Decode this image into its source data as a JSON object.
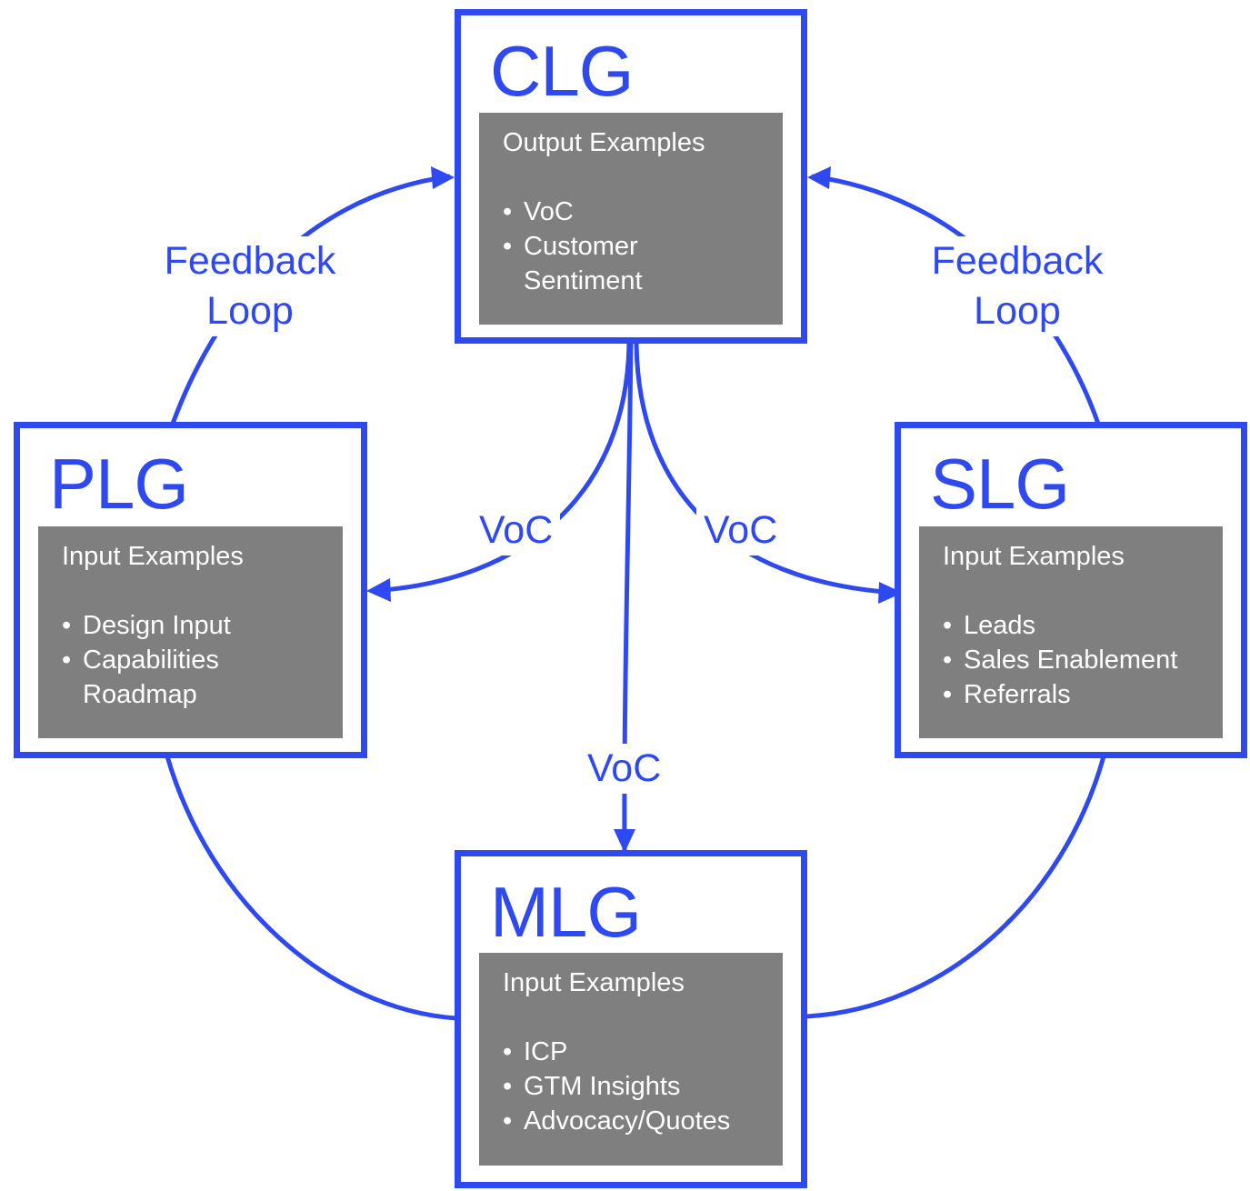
{
  "colors": {
    "accent": "#2f49f0",
    "panel": "#7f7f7f",
    "panel_text": "#ffffff"
  },
  "boxes": {
    "clg": {
      "title": "CLG",
      "heading": "Output Examples",
      "items": [
        "VoC",
        "Customer Sentiment"
      ]
    },
    "plg": {
      "title": "PLG",
      "heading": "Input Examples",
      "items": [
        "Design Input",
        "Capabilities Roadmap"
      ]
    },
    "slg": {
      "title": "SLG",
      "heading": "Input Examples",
      "items": [
        "Leads",
        "Sales Enablement",
        "Referrals"
      ]
    },
    "mlg": {
      "title": "MLG",
      "heading": "Input Examples",
      "items": [
        "ICP",
        "GTM Insights",
        "Advocacy/Quotes"
      ]
    }
  },
  "labels": {
    "feedback_left": {
      "line1": "Feedback",
      "line2": "Loop"
    },
    "feedback_right": {
      "line1": "Feedback",
      "line2": "Loop"
    },
    "voc_left": "VoC",
    "voc_right": "VoC",
    "voc_center": "VoC"
  }
}
